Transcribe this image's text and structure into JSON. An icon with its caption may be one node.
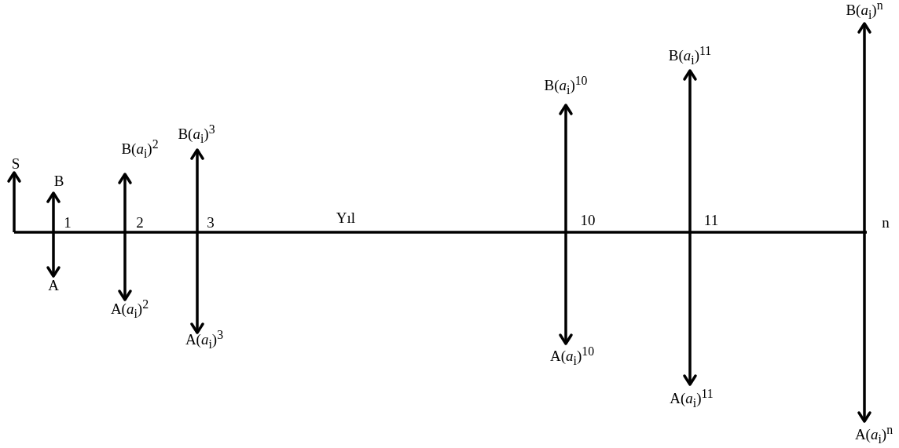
{
  "diagram": {
    "labels": [
      "S",
      "B",
      "1",
      "A",
      "B(*a*$_{i}$)$^{2}$",
      "2",
      "A(*a*$_{i}$)$^{2}$",
      "B(*a*$_{i}$)$^{3}$",
      "3",
      "A(*a*$_{i}$)$^{3}$",
      "Yıl",
      "B(*a*$_{i}$)$^{10}$",
      "10",
      "A(*a*$_{i}$)$^{10}$",
      "B(*a*$_{i}$)$^{11}$",
      "11",
      "A(*a*$_{i}$)$^{11}$",
      "B(*a*$_{i}$)$^{n}$",
      "n",
      "A(*a*$_{i}$)$^{n}$"
    ]
  }
}
